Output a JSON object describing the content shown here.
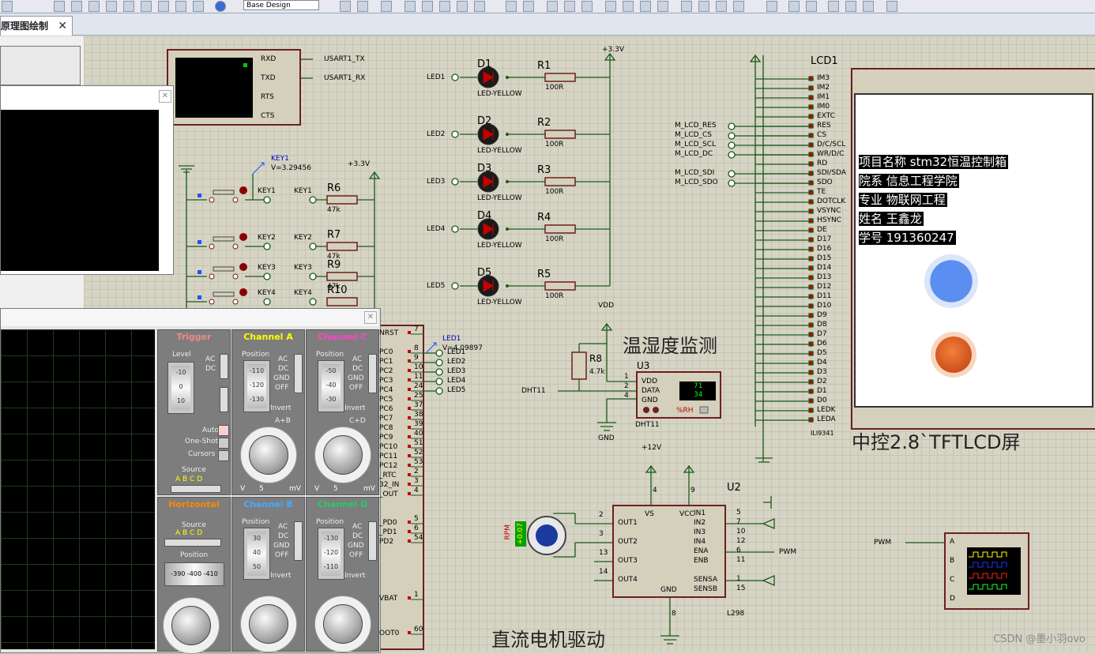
{
  "toolbar": {
    "design_combo": "Base Design"
  },
  "tab": {
    "title": "原理图绘制",
    "close": "✕"
  },
  "terminal": {
    "pins": [
      "RXD",
      "TXD",
      "RTS",
      "CTS"
    ],
    "nets": [
      "USART1_TX",
      "USART1_RX"
    ]
  },
  "leds": {
    "items": [
      {
        "net": "LED1",
        "ref": "D1",
        "part": "LED-YELLOW",
        "res": "R1",
        "val": "100R"
      },
      {
        "net": "LED2",
        "ref": "D2",
        "part": "LED-YELLOW",
        "res": "R2",
        "val": "100R"
      },
      {
        "net": "LED3",
        "ref": "D3",
        "part": "LED-YELLOW",
        "res": "R3",
        "val": "100R"
      },
      {
        "net": "LED4",
        "ref": "D4",
        "part": "LED-YELLOW",
        "res": "R4",
        "val": "100R"
      },
      {
        "net": "LED5",
        "ref": "D5",
        "part": "LED-YELLOW",
        "res": "R5",
        "val": "100R"
      }
    ],
    "rail": "+3.3V"
  },
  "keys": {
    "probe": "KEY1",
    "probe_value": "V=3.29456",
    "rail": "+3.3V",
    "items": [
      {
        "net": "KEY1",
        "res": "R6",
        "val": "47k"
      },
      {
        "net": "KEY2",
        "res": "R7",
        "val": "47k"
      },
      {
        "net": "KEY3",
        "res": "R9",
        "val": "47k"
      },
      {
        "net": "KEY4",
        "res": "R10",
        "val": ""
      }
    ]
  },
  "mcu": {
    "probe": "LED1",
    "probe_value": "V=4.09897",
    "pins": [
      "NRST",
      "PC0",
      "PC1",
      "PC2",
      "PC3",
      "PC4",
      "PC5",
      "PC6",
      "PC7",
      "PC8",
      "PC9",
      "PC10",
      "PC11",
      "PC12",
      "_RTC",
      "32_IN",
      "_OUT",
      "_PD0",
      "_PD1",
      "PD2",
      "VBAT",
      "OOT0"
    ],
    "pin_numbers": [
      "7",
      "8",
      "9",
      "10",
      "11",
      "24",
      "25",
      "37",
      "38",
      "39",
      "40",
      "51",
      "52",
      "53",
      "2",
      "3",
      "4",
      "5",
      "6",
      "54",
      "1",
      "60"
    ],
    "led_nets": [
      "LED1",
      "LED2",
      "LED3",
      "LED4",
      "LED5"
    ]
  },
  "dht": {
    "title": "温湿度监测",
    "ref": "U3",
    "part": "DHT11",
    "r_ref": "R8",
    "r_val": "4.7k",
    "vdd": "VDD",
    "gnd": "GND",
    "pins": [
      "VDD",
      "DATA",
      "GND"
    ],
    "pin_nums": [
      "1",
      "2",
      "4"
    ],
    "net": "DHT11",
    "readout_top": "71",
    "readout_bottom": "34",
    "unit": "%RH"
  },
  "lcd": {
    "ref": "LCD1",
    "part": "ILI9341",
    "caption": "中控2.8`TFTLCD屏",
    "pins": [
      "IM3",
      "IM2",
      "IM1",
      "IM0",
      "EXTC",
      "RES",
      "CS",
      "D/C/SCL",
      "WR/D/C",
      "RD",
      "SDI/SDA",
      "SDO",
      "TE",
      "DOTCLK",
      "VSYNC",
      "HSYNC",
      "DE",
      "D17",
      "D16",
      "D15",
      "D14",
      "D13",
      "D12",
      "D11",
      "D10",
      "D9",
      "D8",
      "D7",
      "D6",
      "D5",
      "D4",
      "D3",
      "D2",
      "D1",
      "D0",
      "LEDK",
      "LEDA"
    ],
    "nets": [
      "M_LCD_RES",
      "M_LCD_CS",
      "M_LCD_SCL",
      "M_LCD_DC",
      "M_LCD_SDI",
      "M_LCD_SDO"
    ],
    "lines": [
      "项目名称 stm32恒温控制箱",
      "院系 信息工程学院",
      "专业 物联网工程",
      "姓名 王鑫龙",
      "学号 191360247"
    ]
  },
  "motor": {
    "title": "直流电机驱动",
    "ref": "U2",
    "part": "L298",
    "vs": "+12V",
    "pins_left": [
      "OUT1",
      "OUT2",
      "OUT3",
      "OUT4"
    ],
    "pins_left_nums": [
      "2",
      "3",
      "13",
      "14"
    ],
    "pins_right": [
      "IN1",
      "IN2",
      "IN3",
      "IN4",
      "ENA",
      "ENB",
      "SENSA",
      "SENSB"
    ],
    "pins_right_nums": [
      "5",
      "7",
      "10",
      "12",
      "6",
      "11",
      "1",
      "15"
    ],
    "top": [
      "VS",
      "VCC"
    ],
    "top_nums": [
      "4",
      "9"
    ],
    "gnd": "GND",
    "gnd_num": "8",
    "pwm": "PWM",
    "rpm": "+0.07",
    "rpm_label": "RPM"
  },
  "scope": {
    "net": "PWM",
    "channels": [
      "A",
      "B",
      "C",
      "D"
    ]
  },
  "oscilloscope": {
    "panels": {
      "trigger": "Trigger",
      "channel_a": "Channel A",
      "channel_c": "Channel C",
      "horizontal": "Horizontal",
      "channel_b": "Channel B",
      "channel_d": "Channel D"
    },
    "labels": {
      "level": "Level",
      "position": "Position",
      "source": "Source",
      "auto": "Auto",
      "one_shot": "One-Shot",
      "cursors": "Cursors",
      "invert": "Invert",
      "ab": "A+B",
      "cd": "C+D",
      "ac": "AC",
      "dc": "DC",
      "gnd": "GND",
      "off": "OFF",
      "v": "V",
      "mv": "mV",
      "five": "5",
      "abcd": "A B C D"
    },
    "ticks": {
      "level": [
        "-10",
        "0",
        "10"
      ],
      "a": [
        "-110",
        "-120",
        "-130"
      ],
      "c": [
        "-50",
        "-40",
        "-30"
      ],
      "b": [
        "30",
        "40",
        "50"
      ],
      "d": [
        "-130",
        "-120",
        "-110"
      ],
      "pos": [
        "-390",
        "-400",
        "-410"
      ]
    }
  },
  "watermark": "CSDN @墨小羽ovo",
  "colors": {
    "wire": "#1a5a1a",
    "pin_red": "#cc0000",
    "body": "#6c2020",
    "led": "#c40000"
  }
}
